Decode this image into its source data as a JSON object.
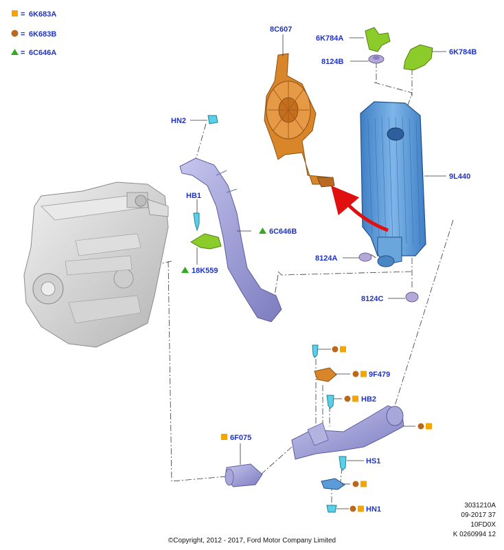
{
  "legend": [
    {
      "symbol": "square",
      "color": "#f5a500",
      "code": "6K683A"
    },
    {
      "symbol": "circle",
      "color": "#b8691e",
      "code": "6K683B"
    },
    {
      "symbol": "triangle",
      "color": "#33aa22",
      "code": "6C646A"
    }
  ],
  "legend_eq": "=",
  "parts": {
    "p8C607": "8C607",
    "p6K784A": "6K784A",
    "p6K784B": "6K784B",
    "p8124B": "8124B",
    "pHN2": "HN2",
    "p9L440": "9L440",
    "pHB1": "HB1",
    "p6C646B": "6C646B",
    "p18K559": "18K559",
    "p8124A": "8124A",
    "p8124C": "8124C",
    "p9F479": "9F479",
    "pHB2": "HB2",
    "p6F075": "6F075",
    "pHS1": "HS1",
    "pHN1": "HN1"
  },
  "colors": {
    "label": "#1e33c8",
    "square": "#f5a500",
    "circle": "#b8691e",
    "triangle": "#33aa22",
    "intercooler": "#5b9bd8",
    "fan": "#d9852a",
    "hose": "#9b9bd6",
    "bracket": "#8ccc2a",
    "clip": "#5ad0e8",
    "engine": "#d8d8d8",
    "arrow": "#e01010"
  },
  "footer": {
    "ref1": "3031210A",
    "ref2": "09-2017 37",
    "ref3": "10FD0X",
    "ref4": "K 0260994 12",
    "copyright": "©Copyright, 2012 - 2017, Ford Motor Company Limited"
  }
}
